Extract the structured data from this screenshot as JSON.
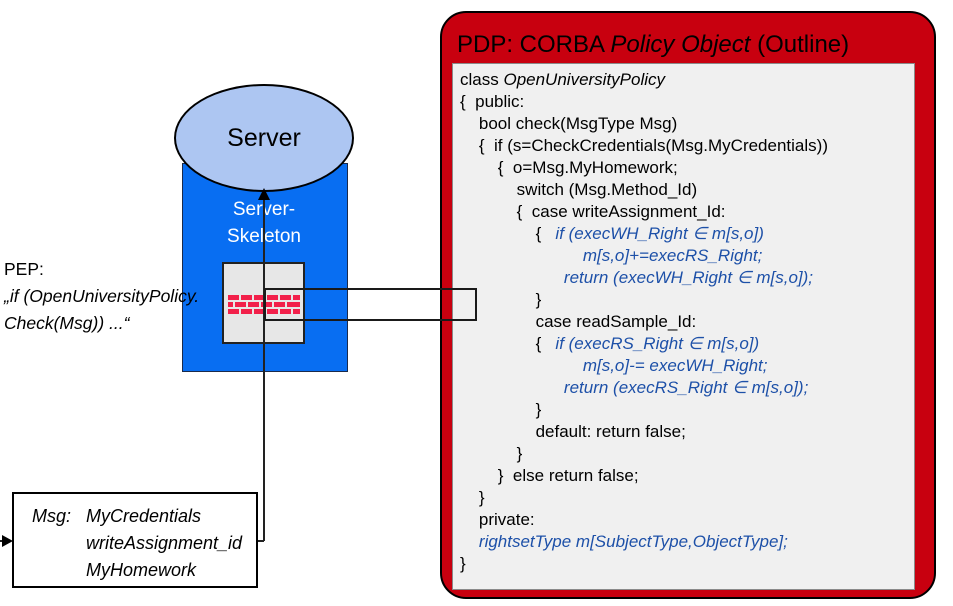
{
  "colors": {
    "pdp_red": "#c8000f",
    "panel_gray": "#f0f0f0",
    "skeleton_blue": "#086ef2",
    "server_ellipse_blue": "#adc6f2",
    "wall_gray": "#e7e7e7",
    "brick_red": "#f2204a",
    "code_blue": "#1d50a8",
    "title_text": "#ffffff"
  },
  "server": {
    "label": "Server"
  },
  "skeleton": {
    "lines": [
      "Server-",
      "Skeleton"
    ]
  },
  "pep": {
    "label": "PEP:",
    "quote_lines": [
      "„if (OpenUniversityPolicy.",
      "Check(Msg)) ...“"
    ]
  },
  "msg": {
    "label": "Msg:",
    "items": [
      "MyCredentials",
      "writeAssignment_id",
      "MyHomework"
    ]
  },
  "pdp": {
    "title_parts": [
      {
        "s": "p",
        "t": "PDP: CORBA "
      },
      {
        "s": "i",
        "t": "Policy Object"
      },
      {
        "s": "p",
        "t": " (Outline)"
      }
    ],
    "code_lines": [
      [
        {
          "s": "p",
          "t": "class "
        },
        {
          "s": "i",
          "t": "OpenUniversityPolicy"
        }
      ],
      [
        {
          "s": "p",
          "t": "{  public:"
        }
      ],
      [
        {
          "s": "p",
          "t": "    bool check(MsgType Msg)"
        }
      ],
      [
        {
          "s": "p",
          "t": "    {  if (s=CheckCredentials(Msg.MyCredentials))"
        }
      ],
      [
        {
          "s": "p",
          "t": "        {  o=Msg.MyHomework;"
        }
      ],
      [
        {
          "s": "p",
          "t": "            switch (Msg.Method_Id)"
        }
      ],
      [
        {
          "s": "p",
          "t": "            {  case writeAssignment_Id:"
        }
      ],
      [
        {
          "s": "p",
          "t": "                {   "
        },
        {
          "s": "b",
          "t": "if (execWH_Right ∈ m[s,o])"
        }
      ],
      [
        {
          "s": "p",
          "t": "                          "
        },
        {
          "s": "b",
          "t": "m[s,o]+=execRS_Right;"
        }
      ],
      [
        {
          "s": "p",
          "t": "                      "
        },
        {
          "s": "b",
          "t": "return (execWH_Right ∈ m[s,o]);"
        }
      ],
      [
        {
          "s": "p",
          "t": "                }"
        }
      ],
      [
        {
          "s": "p",
          "t": "                case readSample_Id:"
        }
      ],
      [
        {
          "s": "p",
          "t": "                {   "
        },
        {
          "s": "b",
          "t": "if (execRS_Right ∈ m[s,o])"
        }
      ],
      [
        {
          "s": "p",
          "t": "                          "
        },
        {
          "s": "b",
          "t": "m[s,o]-= execWH_Right;"
        }
      ],
      [
        {
          "s": "p",
          "t": "                      "
        },
        {
          "s": "b",
          "t": "return (execRS_Right ∈ m[s,o]);"
        }
      ],
      [
        {
          "s": "p",
          "t": "                }"
        }
      ],
      [
        {
          "s": "p",
          "t": "                default: return false;"
        }
      ],
      [
        {
          "s": "p",
          "t": "            }"
        }
      ],
      [
        {
          "s": "p",
          "t": "        }  else return false;"
        }
      ],
      [
        {
          "s": "p",
          "t": "    }"
        }
      ],
      [
        {
          "s": "p",
          "t": "    private:"
        }
      ],
      [
        {
          "s": "p",
          "t": "    "
        },
        {
          "s": "b",
          "t": "rightsetType m[SubjectType,ObjectType];"
        }
      ],
      [
        {
          "s": "p",
          "t": "}"
        }
      ]
    ]
  }
}
